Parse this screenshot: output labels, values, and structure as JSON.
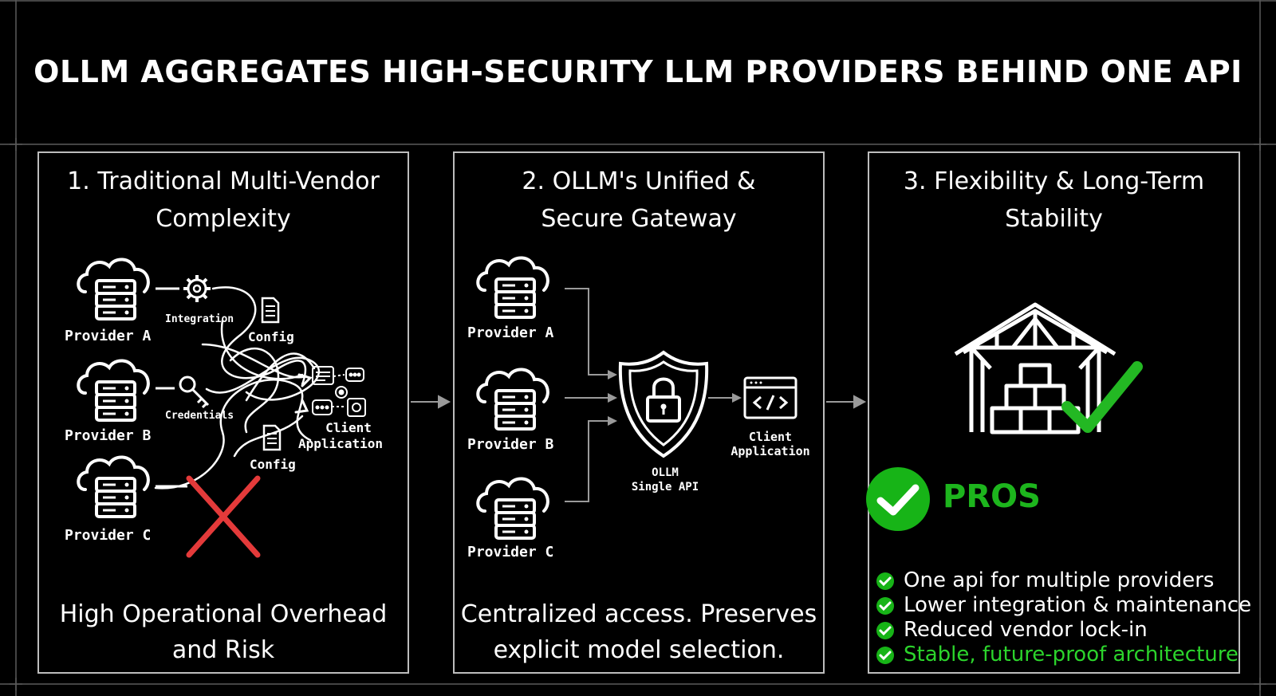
{
  "title": "OLLM AGGREGATES HIGH-SECURITY LLM PROVIDERS BEHIND ONE API",
  "panels": [
    {
      "title_lines": [
        "1. Traditional Multi-Vendor",
        "Complexity"
      ],
      "footer_lines": [
        "High Operational Overhead",
        "and Risk"
      ],
      "providers": [
        "Provider A",
        "Provider B",
        "Provider C"
      ],
      "labels": {
        "integration": "Integration",
        "credentials": "Credentials",
        "config_top": "Config",
        "config_bottom": "Config",
        "client_line1": "Client",
        "client_line2": "Application"
      }
    },
    {
      "title_lines": [
        "2. OLLM's Unified &",
        "Secure Gateway"
      ],
      "footer_lines": [
        "Centralized access. Preserves",
        "explicit model selection."
      ],
      "providers": [
        "Provider A",
        "Provider B",
        "Provider C"
      ],
      "labels": {
        "ollm_line1": "OLLM",
        "ollm_line2": "Single API",
        "client_line1": "Client",
        "client_line2": "Application"
      }
    },
    {
      "title_lines": [
        "3. Flexibility & Long-Term",
        "Stability"
      ],
      "pros_title": "PROS",
      "pros": [
        {
          "text": "One api for multiple providers",
          "highlight": false
        },
        {
          "text": "Lower integration & maintenance",
          "highlight": false
        },
        {
          "text": "Reduced vendor lock-in",
          "highlight": false
        },
        {
          "text": "Stable, future-proof architecture",
          "highlight": true
        }
      ]
    }
  ],
  "colors": {
    "background": "#000000",
    "border": "#bdbdbd",
    "accent_green": "#1db51d",
    "highlight_green": "#2cd42c",
    "error_red": "#e43a3a",
    "connector_gray": "#9a9a9a"
  },
  "icons": [
    "cloud-server-icon",
    "gear-icon",
    "key-icon",
    "document-icon",
    "client-app-icon",
    "shield-lock-icon",
    "code-window-icon",
    "warehouse-icon",
    "checkmark-icon",
    "red-x-icon"
  ]
}
